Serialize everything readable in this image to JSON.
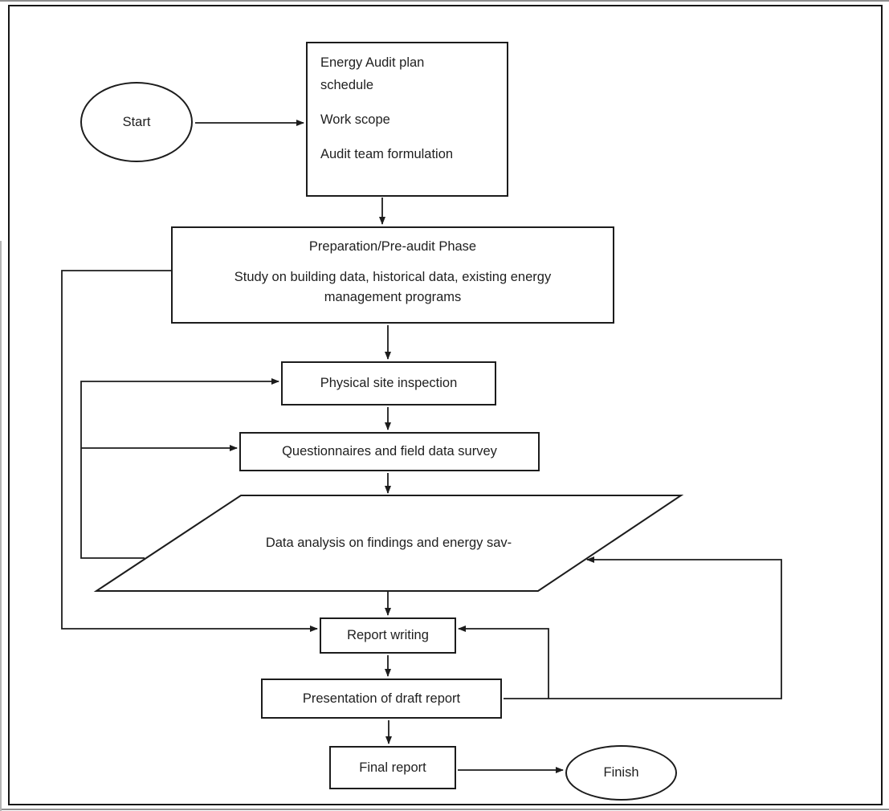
{
  "page": {
    "ink_color": "#1c1c1c",
    "background_color": "#ffffff"
  },
  "nodes": {
    "start": {
      "label": "Start"
    },
    "plan": {
      "lines": [
        "Energy Audit plan",
        "schedule",
        "Work scope",
        "Audit team formulation"
      ]
    },
    "preparation": {
      "title": "Preparation/Pre-audit Phase",
      "body": "Study on building data, historical data, existing energy management programs"
    },
    "inspection": {
      "label": "Physical site inspection"
    },
    "questionnaires": {
      "label": "Questionnaires and field data survey"
    },
    "analysis": {
      "label": "Data analysis on findings and energy sav-"
    },
    "report": {
      "label": "Report writing"
    },
    "presentation": {
      "label": "Presentation of draft report"
    },
    "final": {
      "label": "Final report"
    },
    "finish": {
      "label": "Finish"
    }
  }
}
